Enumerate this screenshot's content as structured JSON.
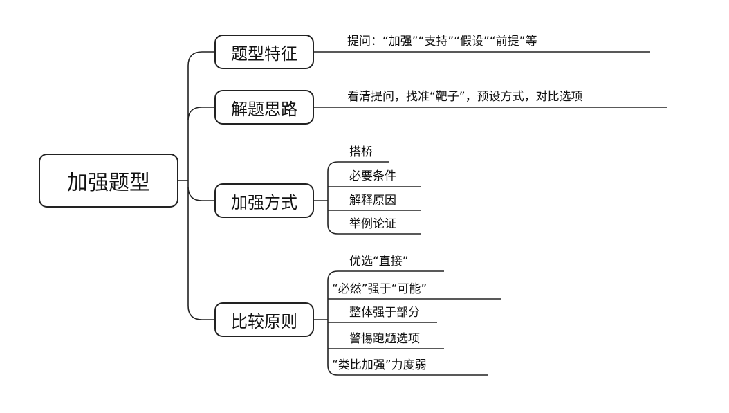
{
  "root": {
    "label": "加强题型"
  },
  "branches": [
    {
      "label": "题型特征",
      "detail": "提问：“加强”“支持”“假设”“前提”等"
    },
    {
      "label": "解题思路",
      "detail": "看清提问，找准“靶子”，预设方式，对比选项"
    },
    {
      "label": "加强方式",
      "items": [
        "搭桥",
        "必要条件",
        "解释原因",
        "举例论证"
      ]
    },
    {
      "label": "比较原则",
      "items": [
        "优选“直接”",
        "“必然”强于“可能”",
        "整体强于部分",
        "警惕跑题选项",
        "“类比加强”力度弱"
      ]
    }
  ]
}
